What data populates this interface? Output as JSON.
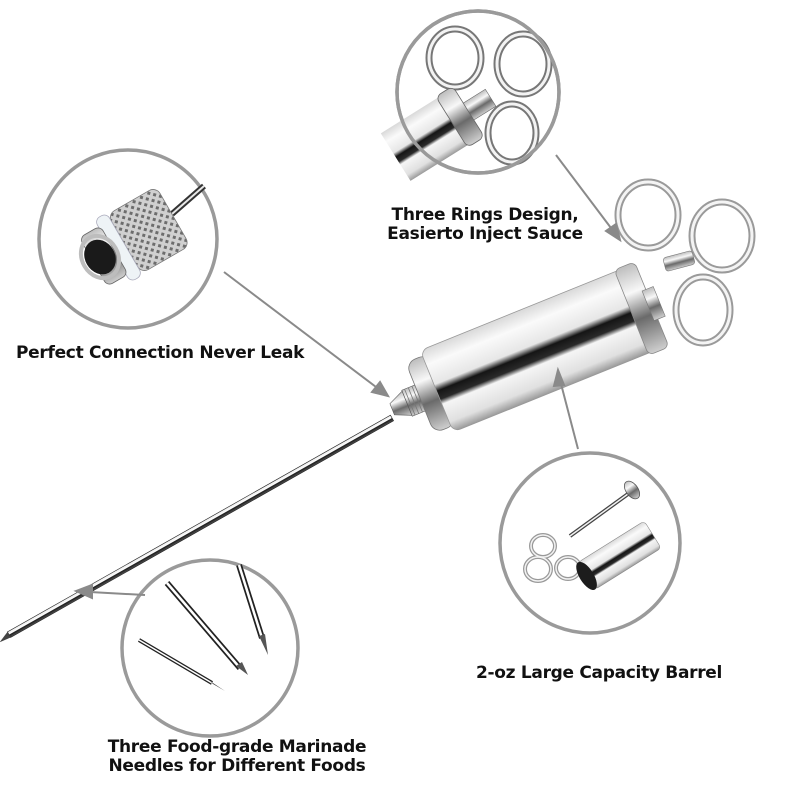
{
  "product": {
    "name": "Stainless steel marinade injector syringe",
    "colors": {
      "background": "#ffffff",
      "callout_ring": "#9a9a9a",
      "pointer_line": "#8a8a8a",
      "label_text": "#111111",
      "steel_light": "#f2f2f2",
      "steel_dark": "#1a1a1a"
    }
  },
  "callouts": [
    {
      "id": "rings",
      "icon": "three-rings-handle-closeup",
      "label_lines": [
        "Three Rings Design,",
        "Easierto Inject Sauce"
      ]
    },
    {
      "id": "connection",
      "icon": "knurled-threaded-connector-closeup",
      "label_lines": [
        "Perfect Connection Never Leak"
      ]
    },
    {
      "id": "capacity",
      "icon": "disassembled-plunger-and-barrel",
      "label_lines": [
        "2-oz Large Capacity Barrel"
      ]
    },
    {
      "id": "needles",
      "icon": "three-needle-tips-closeup",
      "label_lines": [
        "Three Food-grade Marinade",
        "Needles for Different Foods"
      ]
    }
  ]
}
